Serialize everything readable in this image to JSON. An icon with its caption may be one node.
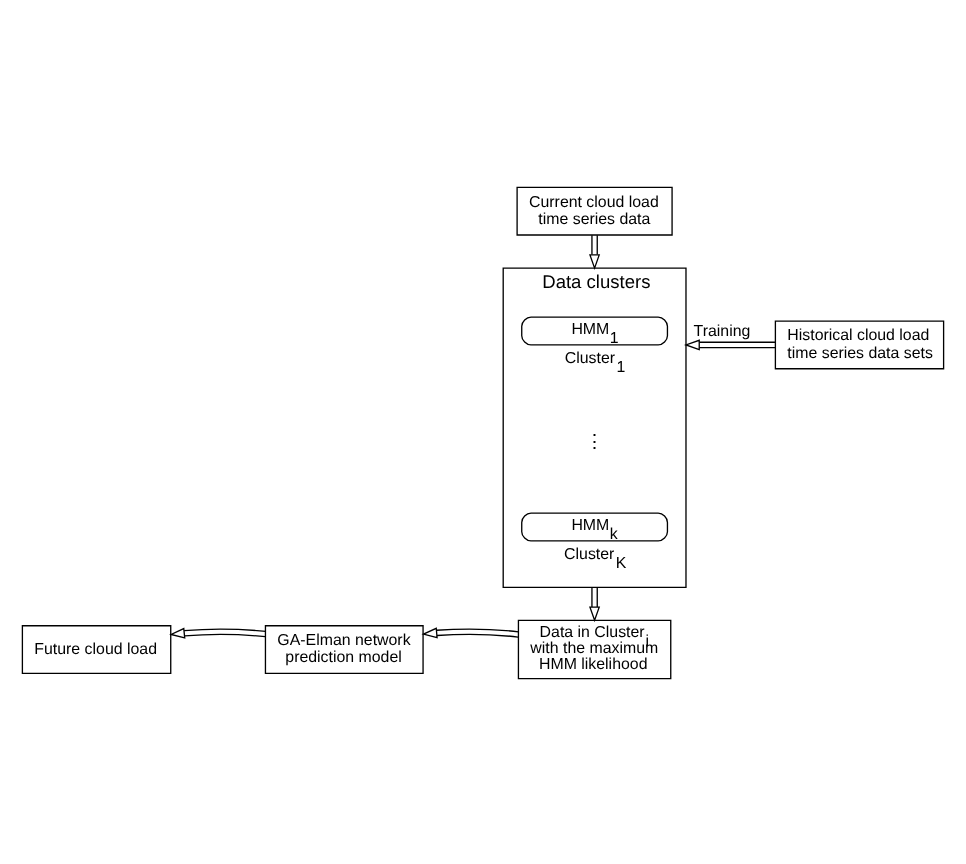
{
  "diagram": {
    "nodes": [
      {
        "text": [
          "Current cloud load time series data"
        ]
      },
      {
        "text": [
          "Historical cloud load time series data sets"
        ]
      },
      {
        "text": [
          "Data clusters"
        ]
      },
      {
        "text": [
          "HMM$_{1}$"
        ],
        "in": 2,
        "beside": [
          "Cluster$_{1}$"
        ]
      },
      {
        "text": [
          "HMM$_{k}$"
        ],
        "in": 2,
        "beside": [
          "Cluster$_{K}$"
        ]
      },
      {
        "text": [
          "Data in Cluster$_{i}$ with the maximum HMM likelihood"
        ]
      },
      {
        "text": [
          "GA-Elman network prediction model"
        ]
      },
      {
        "text": [
          "Future cloud load"
        ]
      }
    ],
    "edges": [
      {
        "from": 0,
        "to": 2,
        "arrow": "to"
      },
      {
        "from": 1,
        "to": 2,
        "arrow": "to",
        "label": "Training"
      },
      {
        "from": 2,
        "to": 5,
        "arrow": "to"
      },
      {
        "from": 5,
        "to": 6,
        "arrow": "to"
      },
      {
        "from": 6,
        "to": 7,
        "arrow": "to"
      }
    ],
    "labels": [
      "⋮"
    ]
  }
}
